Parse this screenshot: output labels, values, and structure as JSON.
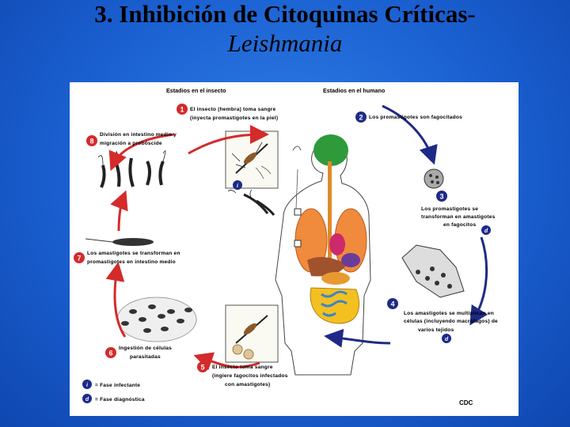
{
  "slide": {
    "title_line1": "3. Inhibición de Citoquinas Críticas-",
    "title_line2": "Leishmania"
  },
  "diagram": {
    "insect_header": "Estadios en el insecto",
    "human_header": "Estadios en el humano",
    "steps": [
      {
        "num": "1",
        "lines": [
          "El insecto (hembra) toma sangre",
          "(inyecta promastigotes en la piel)"
        ]
      },
      {
        "num": "2",
        "lines": [
          "Los promastigotes son fagocitados"
        ]
      },
      {
        "num": "3",
        "lines": [
          "Los promastigotes se",
          "transforman en amastigotes",
          "en fagocitos"
        ]
      },
      {
        "num": "4",
        "lines": [
          "Los amastigotes se multiplican en",
          "células (incluyendo macrófagos) de",
          "varios tejidos"
        ]
      },
      {
        "num": "5",
        "lines": [
          "El insecto toma sangre",
          "(ingiere fagocitos infectados",
          "con amastigotes)"
        ]
      },
      {
        "num": "6",
        "lines": [
          "Ingestión de células",
          "parasitadas"
        ]
      },
      {
        "num": "7",
        "lines": [
          "Los amastigotes se transforman en",
          "promastigotes en intestino medio"
        ]
      },
      {
        "num": "8",
        "lines": [
          "División en intestino medio y",
          "migración a probóscide"
        ]
      }
    ],
    "legend": [
      {
        "badge": "i",
        "text": "= Fase infectante"
      },
      {
        "badge": "d",
        "text": "= Fase diagnóstica"
      }
    ],
    "badge_i": "i",
    "badge_d": "d",
    "credit": "CDC",
    "colors": {
      "red": "#d42a2a",
      "navy": "#1f2a86",
      "badge": "#1c2a8a"
    }
  }
}
